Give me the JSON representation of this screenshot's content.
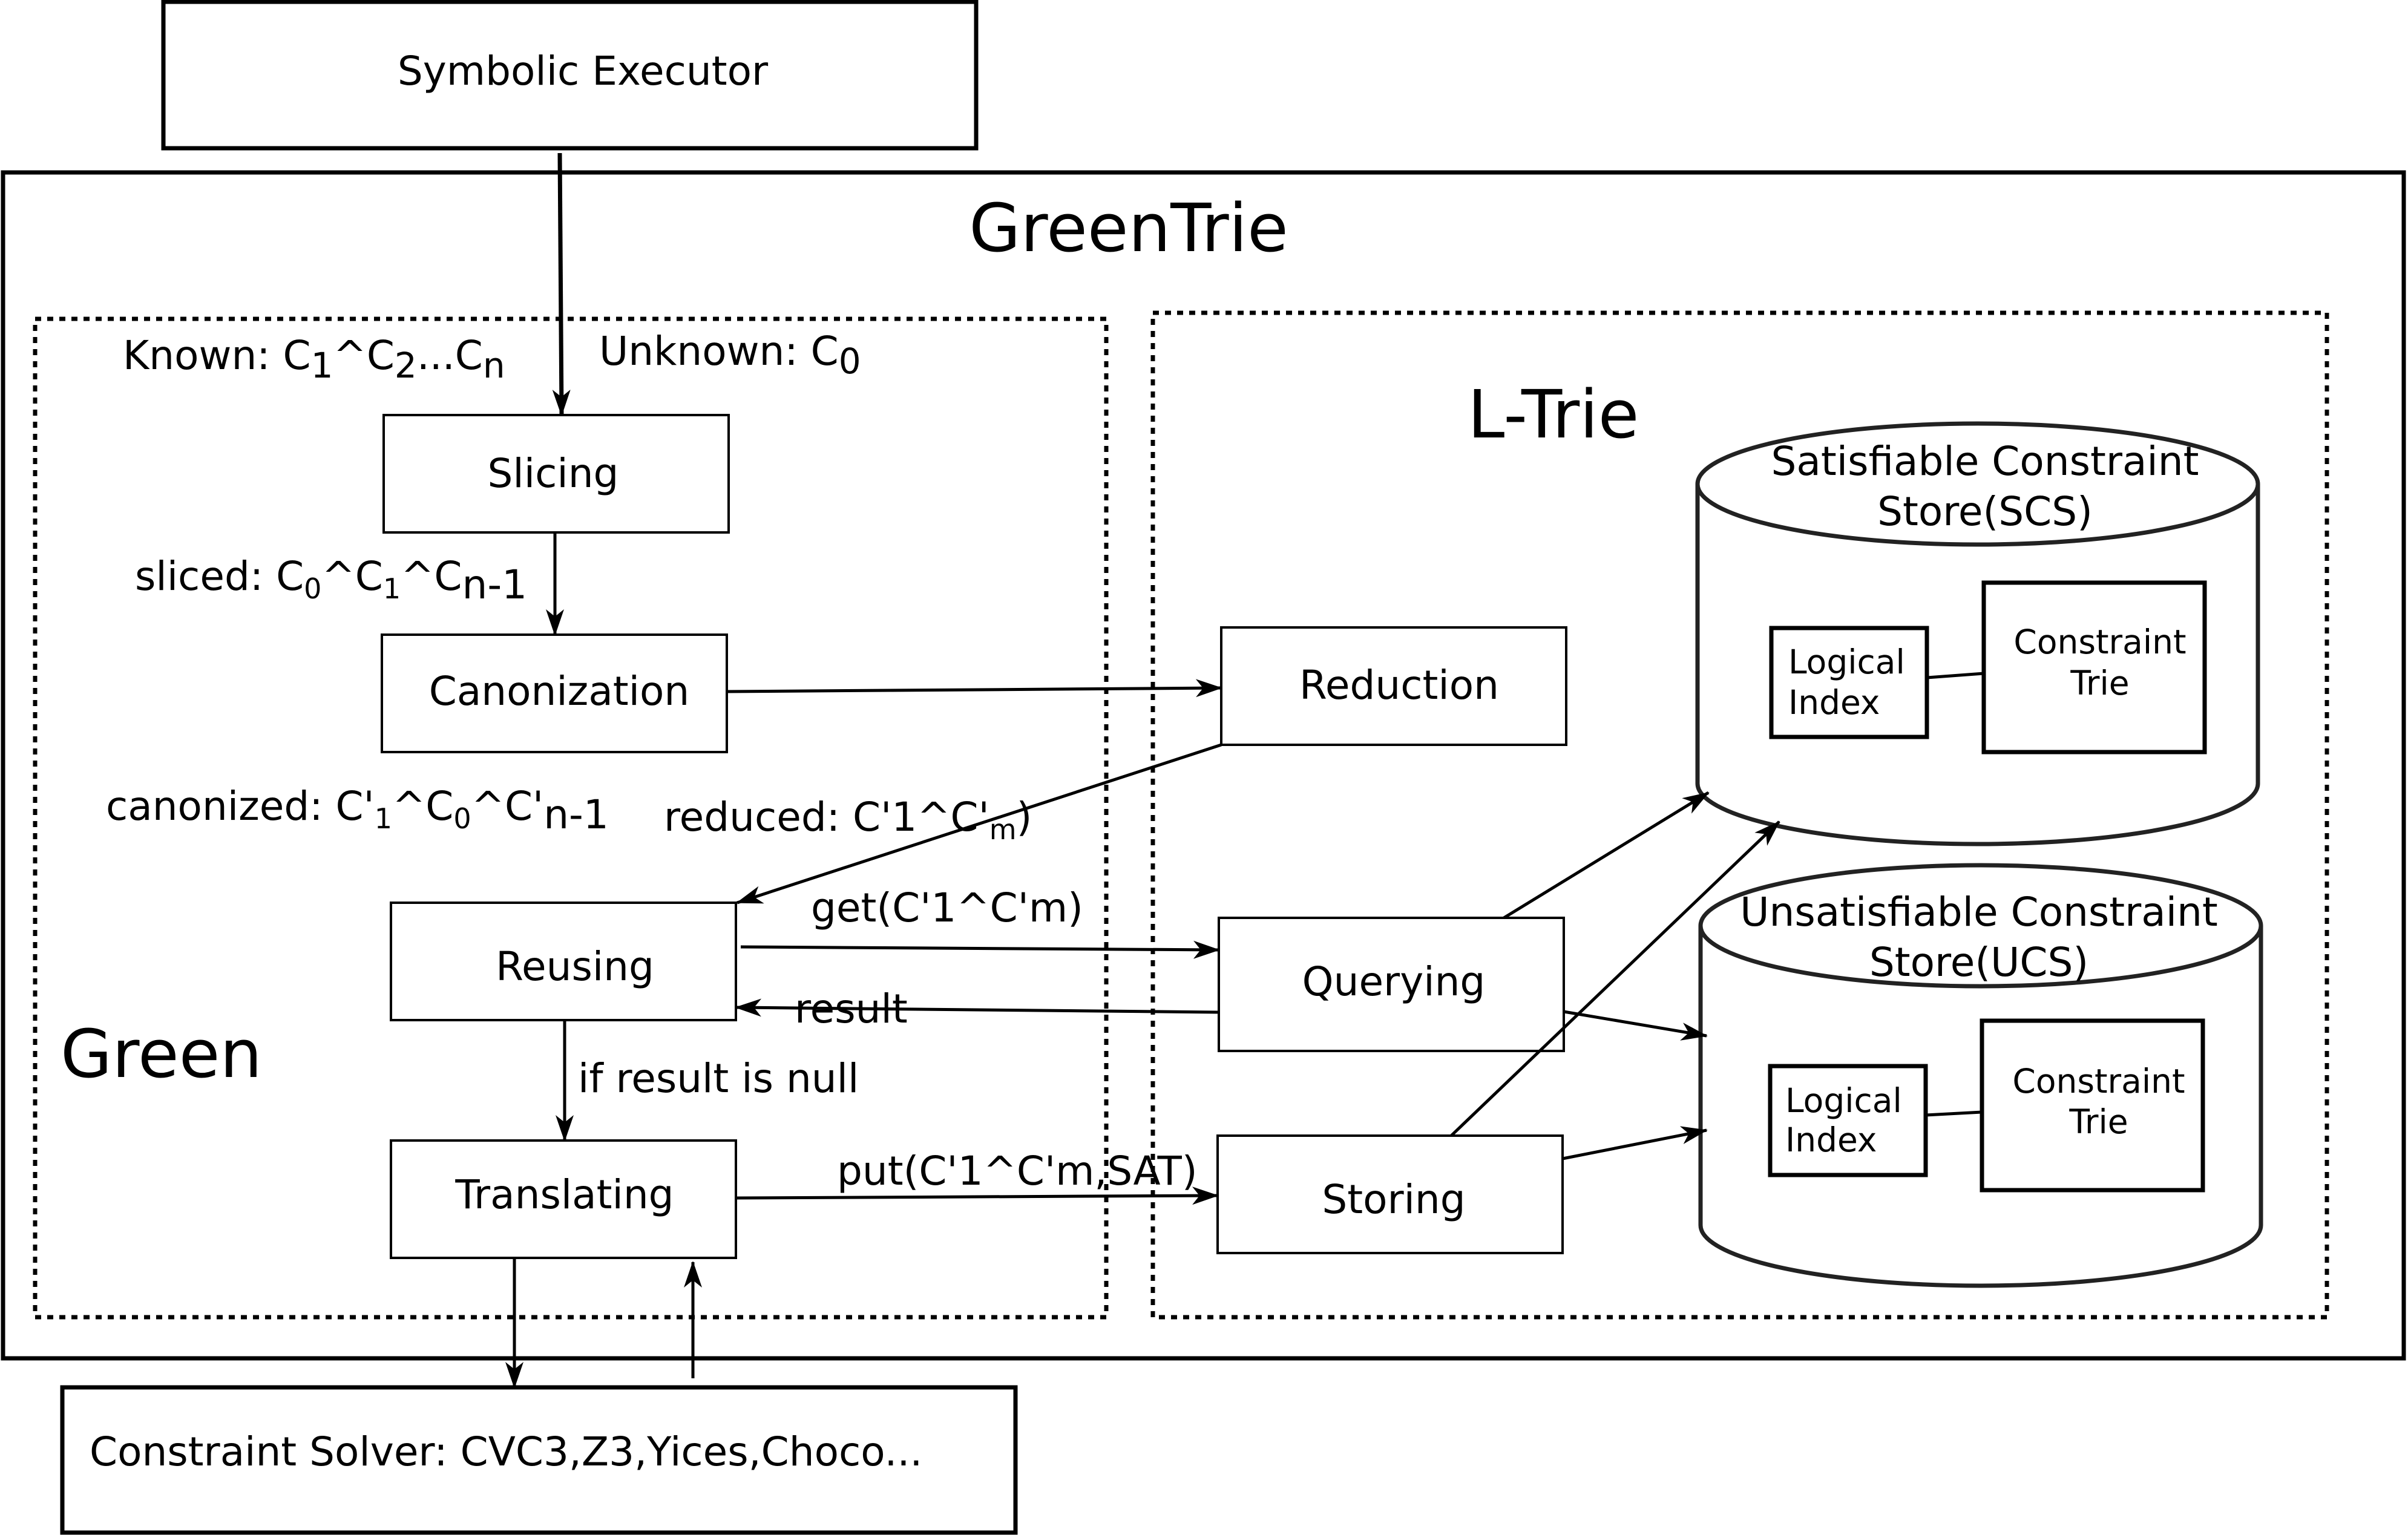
{
  "components": {
    "symbolic_executor": "Symbolic Executor",
    "greentrie_title": "GreenTrie",
    "green_title": "Green",
    "ltrie_title": "L-Trie",
    "slicing": "Slicing",
    "canonization": "Canonization",
    "reusing": "Reusing",
    "translating": "Translating",
    "reduction": "Reduction",
    "querying": "Querying",
    "storing": "Storing",
    "constraint_solver": "Constraint Solver: CVC3,Z3,Yices,Choco..."
  },
  "stores": {
    "scs": {
      "title_line1": "Satisfiable Constraint",
      "title_line2": "Store(SCS)",
      "index_line1": "Logical",
      "index_line2": "Index",
      "trie_line1": "Constraint",
      "trie_line2": "Trie"
    },
    "ucs": {
      "title_line1": "Unsatisfiable Constraint",
      "title_line2": "Store(UCS)",
      "index_line1": "Logical",
      "index_line2": "Index",
      "trie_line1": "Constraint",
      "trie_line2": "Trie"
    }
  },
  "labels": {
    "known": {
      "prefix": "Known: C",
      "s1": "1",
      "mid": "^C",
      "s2": "2",
      "dots": "...C",
      "sn": "n"
    },
    "unknown": {
      "prefix": "Unknown: C",
      "s0": "0"
    },
    "sliced": {
      "prefix": "sliced: C",
      "s0": "0",
      "mid1": "^C",
      "s1": "1",
      "mid2": "^C",
      "sn": "n-1"
    },
    "canonized": {
      "prefix": "canonized: C'",
      "s1": "1",
      "mid1": "^C",
      "s0": "0",
      "mid2": "^C'",
      "sn": "n-1"
    },
    "reduced": {
      "prefix": "reduced: C'1^C'",
      "sm": "m",
      "suffix": ")"
    },
    "get": "get(C'1^C'm)",
    "result": "result",
    "if_null": "if result is null",
    "put": "put(C'1^C'm,SAT)"
  }
}
